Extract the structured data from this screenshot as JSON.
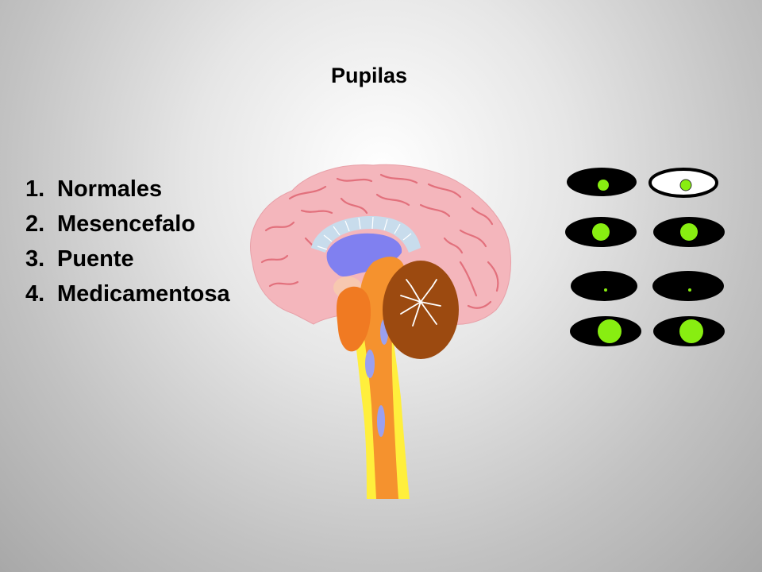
{
  "slide": {
    "title": "Pupilas",
    "options": [
      {
        "number": "1.",
        "label": "Normales"
      },
      {
        "number": "2.",
        "label": "Mesencefalo"
      },
      {
        "number": "3.",
        "label": "Puente"
      },
      {
        "number": "4.",
        "label": "Medicamentosa"
      }
    ]
  },
  "pupil_rows": [
    {
      "pupil_size": "small",
      "right_eye_style": "white-sclera-outlined"
    },
    {
      "pupil_size": "medium",
      "right_eye_style": "black"
    },
    {
      "pupil_size": "pinpoint",
      "right_eye_style": "black"
    },
    {
      "pupil_size": "large",
      "right_eye_style": "black"
    }
  ],
  "colors": {
    "cerebrum": "#f4b6bc",
    "sulci": "#e2707c",
    "ventricle": "#8080f0",
    "brainstem_orange": "#f5922e",
    "spinal_yellow": "#ffef3c",
    "cerebellum": "#9c4a10",
    "pupil_green": "#88ee11",
    "eye_black": "#000000"
  }
}
